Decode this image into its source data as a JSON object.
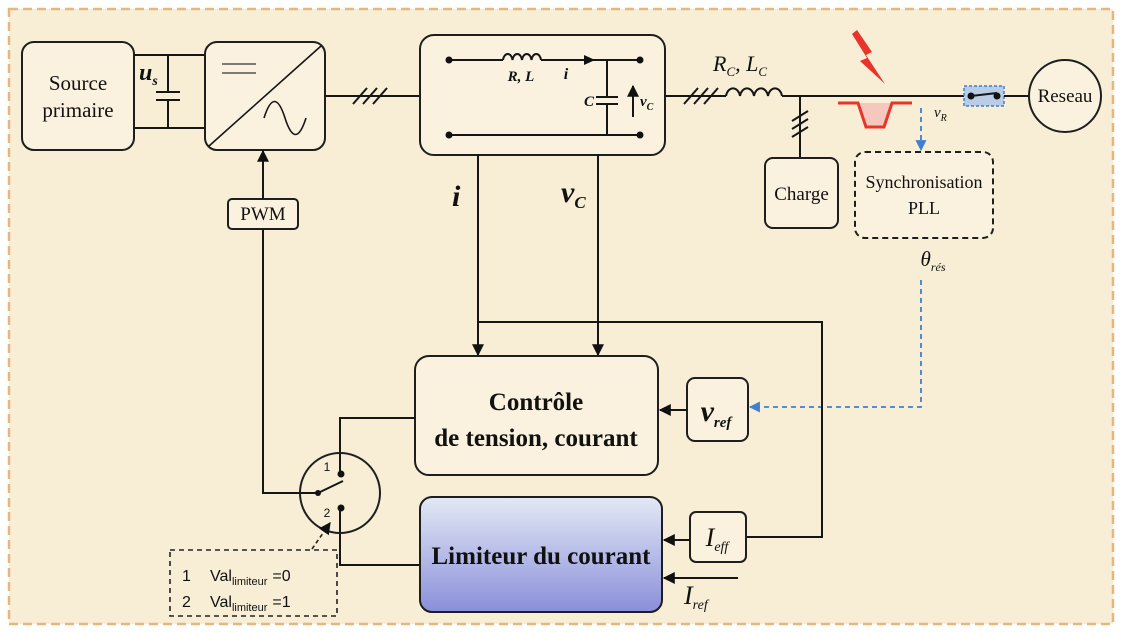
{
  "source": {
    "line1": "Source",
    "line2": "primaire"
  },
  "us": {
    "main": "u",
    "sub": "s"
  },
  "pwm": "PWM",
  "filter": {
    "rl": "R, L",
    "i": "i",
    "c": "C",
    "vc": {
      "main": "v",
      "sub": "C"
    }
  },
  "line_impedance": {
    "r": "R",
    "r_sub": "C",
    "l": ", L",
    "l_sub": "C"
  },
  "grid": "Reseau",
  "vr": {
    "main": "v",
    "sub": "R"
  },
  "charge": "Charge",
  "sync": {
    "line1": "Synchronisation",
    "line2": "PLL"
  },
  "theta": {
    "main": "θ",
    "sub": "rés"
  },
  "measure": {
    "i": "i",
    "vc": {
      "main": "v",
      "sub": "C"
    }
  },
  "control": {
    "line1": "Contrôle",
    "line2": "de tension, courant"
  },
  "vref": {
    "main": "v",
    "sub": "ref"
  },
  "limiter": "Limiteur du courant",
  "ieff": {
    "main": "I",
    "sub": "eff"
  },
  "iref": {
    "main": "I",
    "sub": "ref"
  },
  "switch": {
    "pos1": "1",
    "pos2": "2"
  },
  "legend": [
    {
      "num": "1",
      "label": "Val",
      "sub": "limiteur",
      "value": "=0"
    },
    {
      "num": "2",
      "label": "Val",
      "sub": "limiteur",
      "value": "=1"
    }
  ],
  "colors": {
    "background": "#f8eed6",
    "frame": "#e6b77c",
    "fault": "#e8352b",
    "sync_signal": "#3f7fd0",
    "breaker": "#b9cde6",
    "limiter_top": "#e3e9f4",
    "limiter_bottom": "#8a8fdb"
  }
}
